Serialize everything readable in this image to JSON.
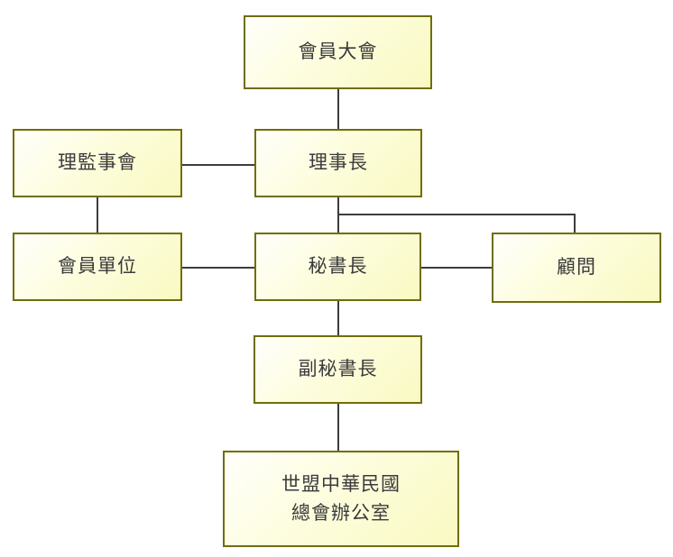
{
  "diagram": {
    "type": "organization-chart",
    "background_color": "#ffffff",
    "box_style": {
      "border_color": "#6e6e0a",
      "fill_gradient_from": "#fffffb",
      "fill_gradient_to": "#f9f9c2",
      "text_color": "#3a3a3a"
    },
    "connector_color": "#3d3d3d",
    "nodes": [
      {
        "id": "member-assembly",
        "label": "會員大會"
      },
      {
        "id": "board-of-directors-supervisors",
        "label": "理監事會"
      },
      {
        "id": "chairman",
        "label": "理事長"
      },
      {
        "id": "member-units",
        "label": "會員單位"
      },
      {
        "id": "secretary-general",
        "label": "秘書長"
      },
      {
        "id": "advisors",
        "label": "顧問"
      },
      {
        "id": "deputy-secretary-general",
        "label": "副秘書長"
      },
      {
        "id": "head-office",
        "label": "世盟中華民國\n總會辦公室"
      }
    ],
    "edges": [
      {
        "from": "member-assembly",
        "to": "chairman"
      },
      {
        "from": "board-of-directors-supervisors",
        "to": "chairman"
      },
      {
        "from": "board-of-directors-supervisors",
        "to": "member-units"
      },
      {
        "from": "chairman",
        "to": "secretary-general"
      },
      {
        "from": "chairman",
        "to": "advisors"
      },
      {
        "from": "member-units",
        "to": "secretary-general"
      },
      {
        "from": "secretary-general",
        "to": "advisors"
      },
      {
        "from": "secretary-general",
        "to": "deputy-secretary-general"
      },
      {
        "from": "deputy-secretary-general",
        "to": "head-office"
      }
    ]
  }
}
